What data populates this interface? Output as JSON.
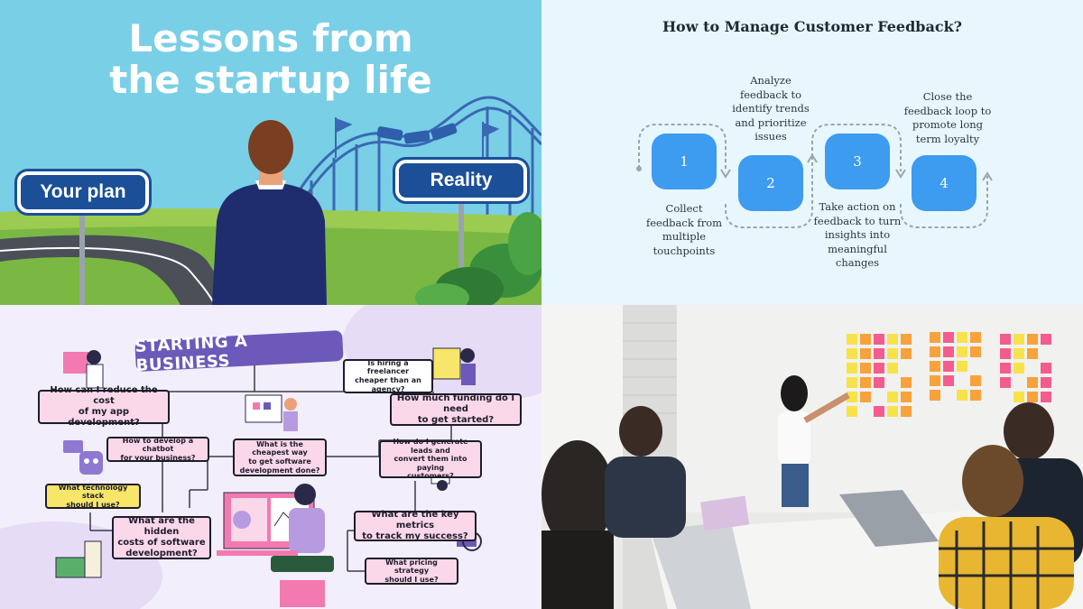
{
  "panel_startup": {
    "title_line1": "Lessons from",
    "title_line2": "the startup life",
    "sign_left": "Your plan",
    "sign_right": "Reality"
  },
  "panel_feedback": {
    "title": "How to Manage Customer Feedback?",
    "steps": [
      {
        "number": "1",
        "text_lines": [
          "Collect",
          "feedback from",
          "multiple",
          "touchpoints"
        ]
      },
      {
        "number": "2",
        "text_lines": [
          "Analyze",
          "feedback to",
          "identify trends",
          "and prioritize",
          "issues"
        ]
      },
      {
        "number": "3",
        "text_lines": [
          "Take action on",
          "feedback to turn",
          "insights into",
          "meaningful",
          "changes"
        ]
      },
      {
        "number": "4",
        "text_lines": [
          "Close the",
          "feedback loop to",
          "promote long",
          "term loyalty"
        ]
      }
    ],
    "colors": {
      "box": "#3d9bf0",
      "background": "#e8f6fd"
    }
  },
  "panel_business": {
    "banner": "STARTING A BUSINESS",
    "questions": {
      "reduce_cost": [
        "How can I reduce the cost",
        "of my app development?"
      ],
      "chatbot": [
        "How to develop a chatbot",
        "for your business?"
      ],
      "tech_stack": [
        "What technology stack",
        "should I use?"
      ],
      "hidden_costs": [
        "What are the hidden",
        "costs of software",
        "development?"
      ],
      "cheapest_way": [
        "What is the cheapest way",
        "to get software",
        "development done?"
      ],
      "freelancer": [
        "Is hiring a freelancer",
        "cheaper than an",
        "agency?"
      ],
      "funding": [
        "How much funding do I need",
        "to get started?"
      ],
      "leads": [
        "How do I generate leads and",
        "convert them into paying",
        "customers?"
      ],
      "metrics": [
        "What are the key metrics",
        "to track my success?"
      ],
      "pricing": [
        "What pricing strategy",
        "should I use?"
      ]
    },
    "colors": {
      "box": "#fbd7ea",
      "highlight": "#f7e66a",
      "banner": "#6c59b9"
    }
  },
  "panel_meeting": {
    "sticky_colors": [
      "#f7e24a",
      "#f8a23c",
      "#f45c8f"
    ]
  }
}
